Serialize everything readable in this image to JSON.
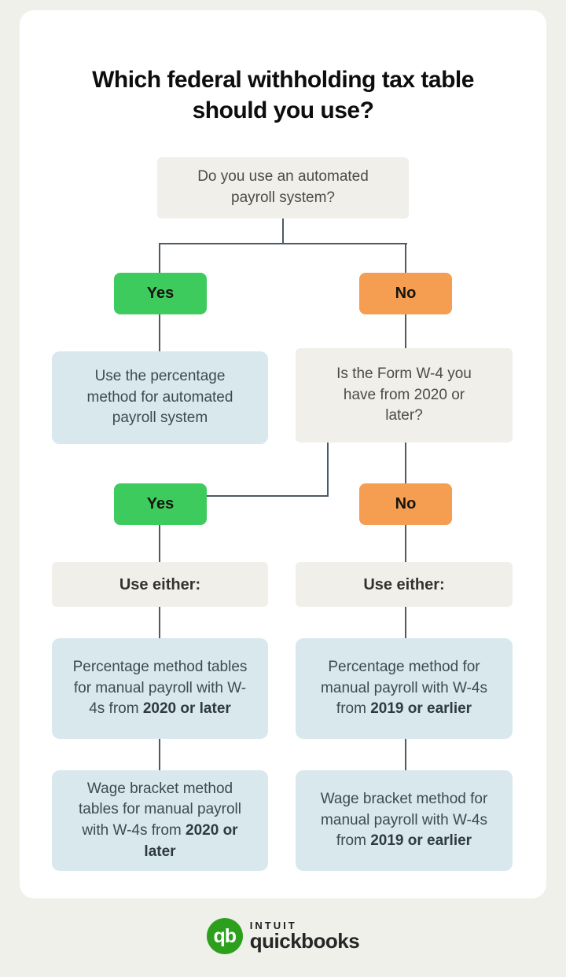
{
  "title": "Which federal withholding tax table should you use?",
  "flow": {
    "question_automated": "Do you use an automated payroll system?",
    "yes_label_1": "Yes",
    "no_label_1": "No",
    "answer_automated": "Use the percentage method for automated payroll system",
    "question_w4": "Is the Form W-4 you have from 2020 or later?",
    "yes_label_2": "Yes",
    "no_label_2": "No",
    "use_either_left": "Use either:",
    "use_either_right": "Use either:",
    "left_option_1": {
      "text": "Percentage method tables for manual payroll with W-4s from ",
      "bold": "2020 or later"
    },
    "left_option_2": {
      "text": "Wage bracket method tables for manual payroll with W-4s from ",
      "bold": "2020 or later"
    },
    "right_option_1": {
      "text": "Percentage method for manual payroll with W-4s from ",
      "bold": "2019 or earlier"
    },
    "right_option_2": {
      "text": "Wage bracket method for manual payroll with W-4s from ",
      "bold": "2019 or earlier"
    }
  },
  "logo": {
    "mark": "qb",
    "brand_top": "INTUIT",
    "brand_bottom": "quickbooks"
  },
  "colors": {
    "page_background": "#eef0e9",
    "card_background": "#ffffff",
    "yes_green": "#3ecb5e",
    "no_orange": "#f59d50",
    "info_blue": "#d8e8ed",
    "neutral_gray": "#f0efe9",
    "connector_line": "#4e5a63",
    "logo_green": "#2ca01c"
  }
}
